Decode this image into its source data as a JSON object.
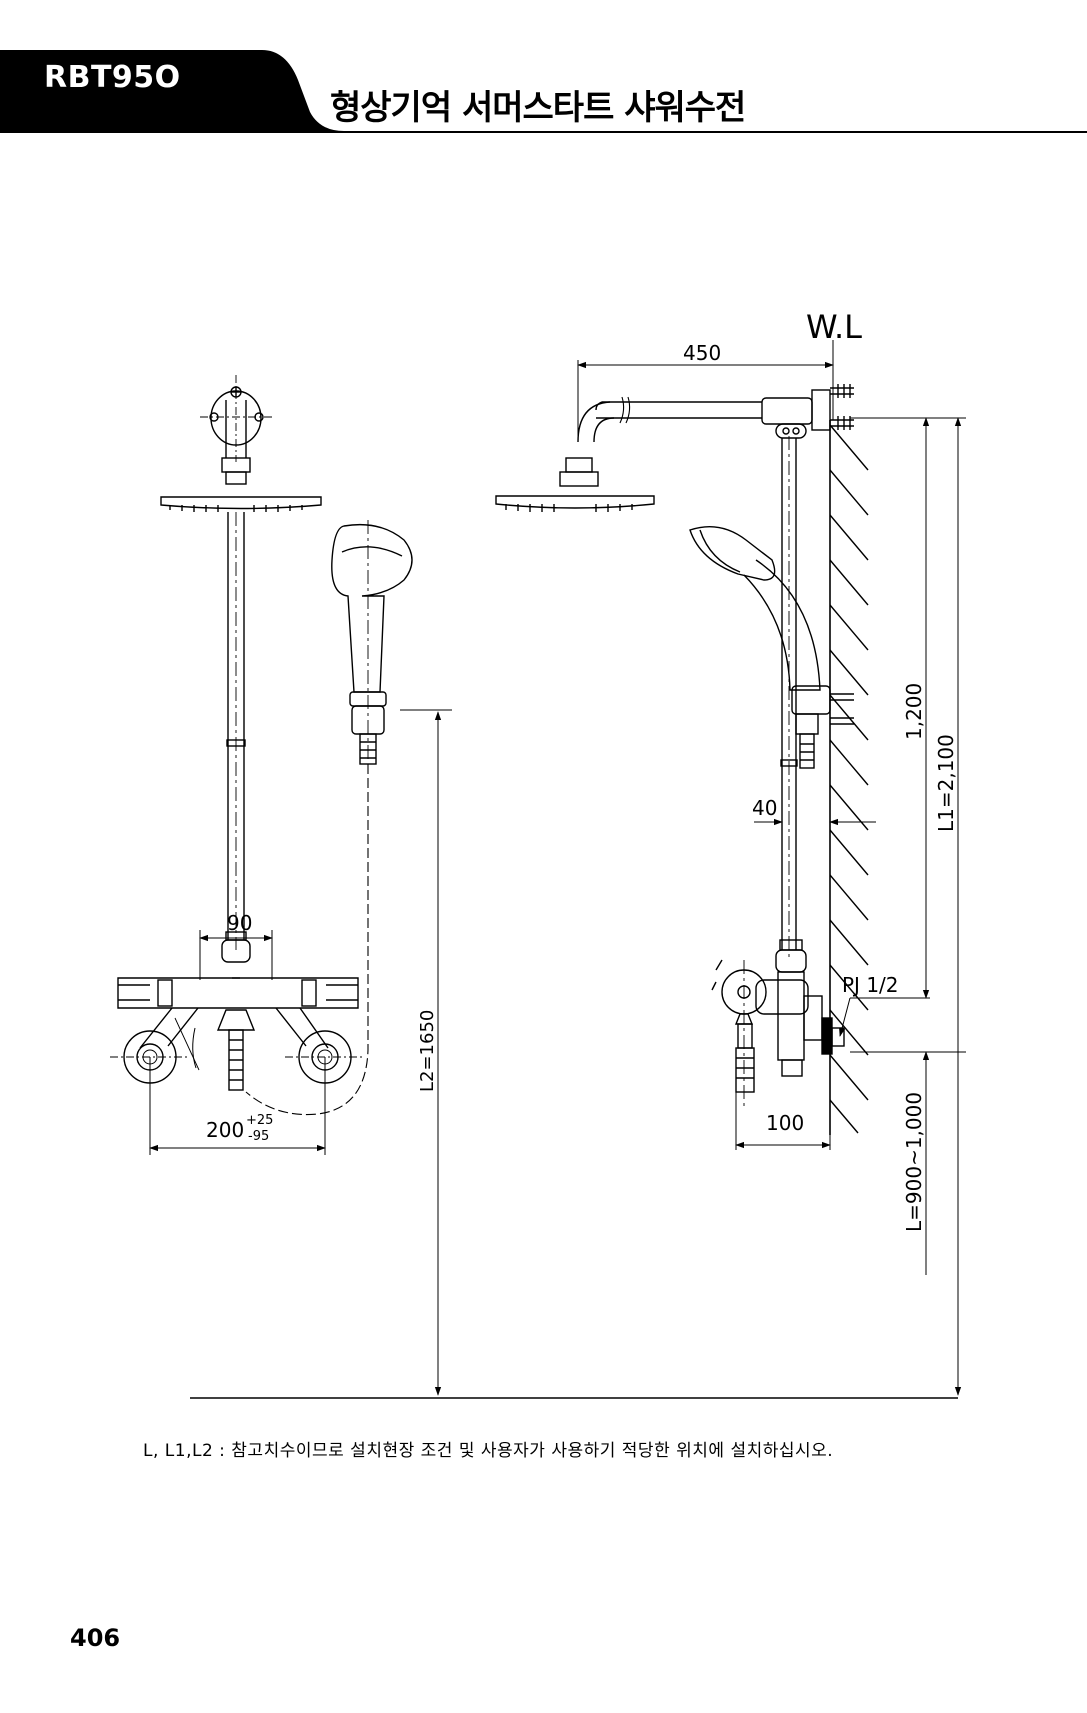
{
  "header": {
    "model": "RBT95O",
    "title": "형상기억 서머스타트 샤워수전"
  },
  "diagram": {
    "wall_label": "W.L",
    "dim_450": "450",
    "dim_1200": "1,200",
    "dim_L1": "L1=2,100",
    "dim_40": "40",
    "dim_90": "90",
    "dim_pj": "PJ 1/2",
    "dim_L2": "L2=1650",
    "dim_200": "200",
    "dim_200_plus": "+25",
    "dim_200_minus": "-95",
    "dim_100": "100",
    "dim_L": "L=900~1,000"
  },
  "note": "L, L1,L2 : 참고치수이므로 설치현장 조건 및 사용자가 사용하기 적당한 위치에 설치하십시오.",
  "page_number": "406"
}
